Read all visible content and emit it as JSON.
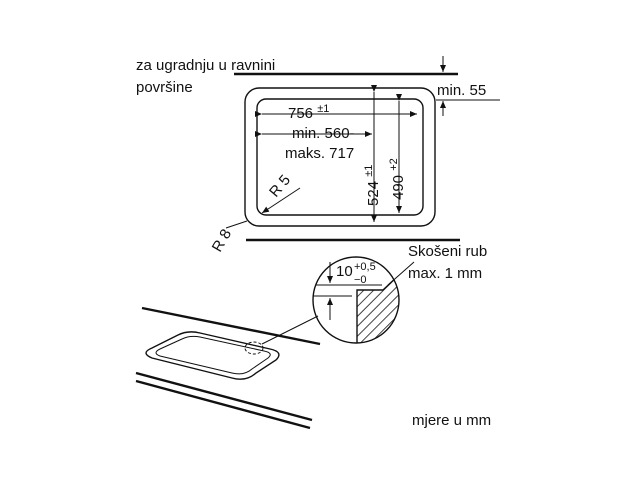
{
  "labels": {
    "flush_line1": "za ugradnju u ravnini",
    "flush_line2": "površine",
    "min_depth": "min. 55",
    "width_base": "756",
    "width_tol": "±1",
    "range_line1": "min. 560-",
    "range_line2": "maks. 717",
    "radius_inner": "R 5",
    "radius_outer": "R 8",
    "height_base": "524",
    "height_tol": "±1",
    "depth_base": "490",
    "depth_tol": "+2",
    "chamfer_line1": "Skošeni rub",
    "chamfer_line2": "max. 1 mm",
    "rebate_base": "10",
    "rebate_tol_upper": "+0,5",
    "rebate_tol_lower": "−0",
    "units_note": "mjere u mm"
  }
}
